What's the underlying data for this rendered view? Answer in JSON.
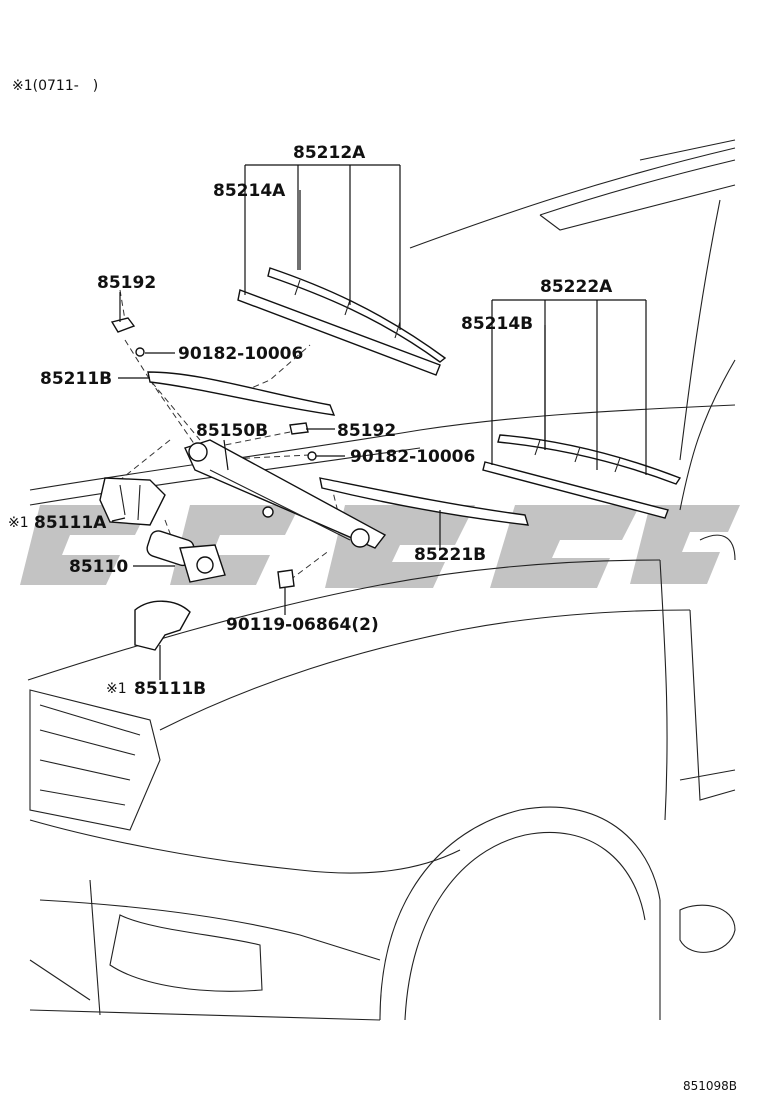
{
  "note": "※1(0711-　)",
  "footer_code": "851098B",
  "labels": {
    "p85212A": "85212A",
    "p85214A": "85214A",
    "p85192_top": "85192",
    "p90182_a": "90182-10006",
    "p85211B": "85211B",
    "p85150B": "85150B",
    "p85192_mid": "85192",
    "p90182_b": "90182-10006",
    "p85111A": "85111A",
    "p85111A_mark": "※1",
    "p85110": "85110",
    "p85221B": "85221B",
    "p90119": "90119-06864(2)",
    "p85111B": "85111B",
    "p85111B_mark": "※1",
    "p85222A": "85222A",
    "p85214B": "85214B"
  }
}
